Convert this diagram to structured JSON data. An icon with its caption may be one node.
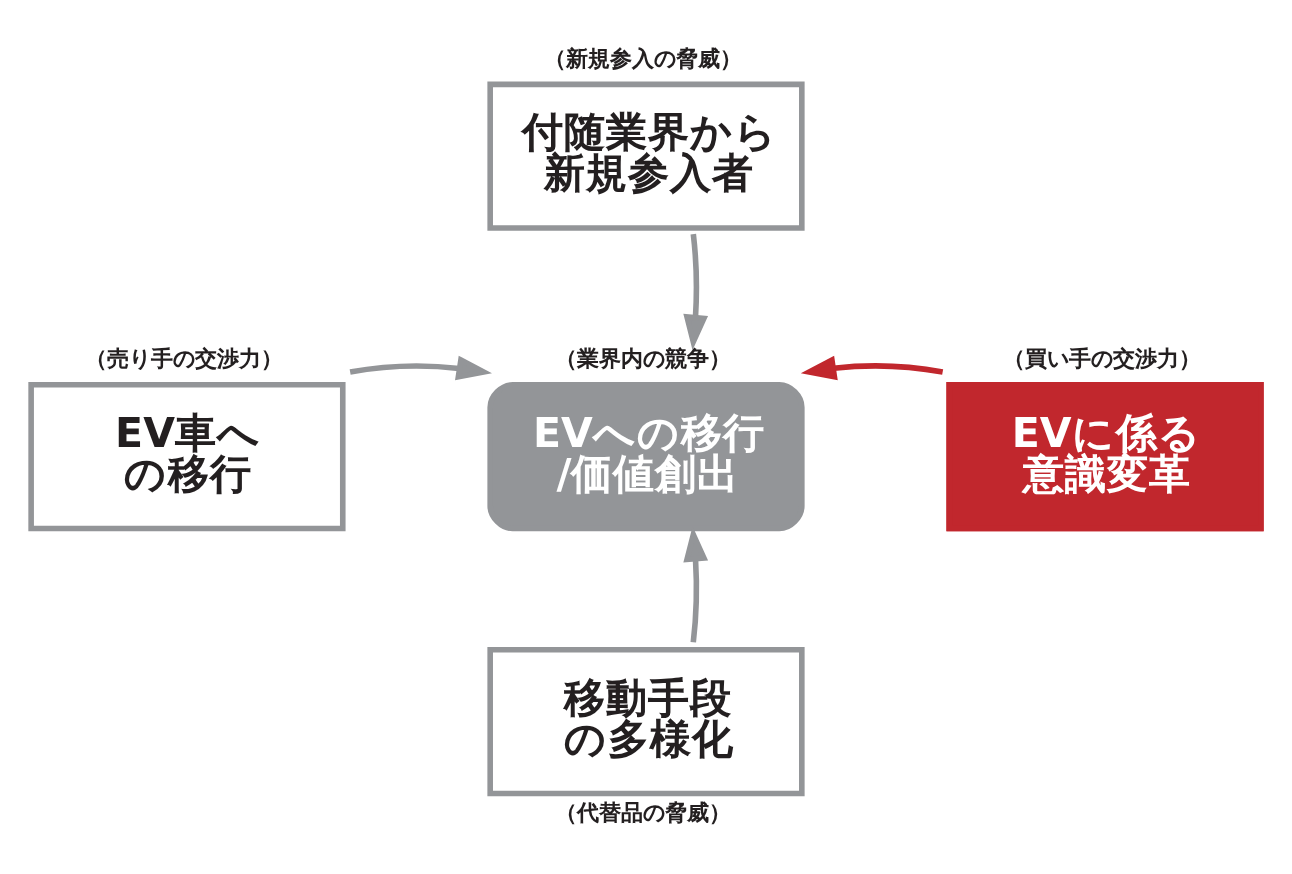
{
  "diagram": {
    "nodes": [
      {
        "text": [
          "EVへの移行/価値創出"
        ],
        "beside": [
          "（業界内の競争）"
        ]
      },
      {
        "text": [
          "付随業界から新規参入者"
        ],
        "beside": [
          "（新規参入の脅威）"
        ]
      },
      {
        "text": [
          "EV車への移行"
        ],
        "beside": [
          "（売り手の交渉力）"
        ]
      },
      {
        "text": [
          "EVに係る意識変革"
        ],
        "beside": [
          "（買い手の交渉力）"
        ]
      },
      {
        "text": [
          "移動手段の多様化"
        ],
        "beside": [
          "（代替品の脅威）"
        ]
      }
    ],
    "edges": [
      {
        "from": 1,
        "to": 0,
        "arrow": "to"
      },
      {
        "from": 2,
        "to": 0,
        "arrow": "to"
      },
      {
        "from": 3,
        "to": 0,
        "arrow": "to",
        "color": "#c1272d"
      },
      {
        "from": 4,
        "to": 0,
        "arrow": "to"
      }
    ]
  }
}
